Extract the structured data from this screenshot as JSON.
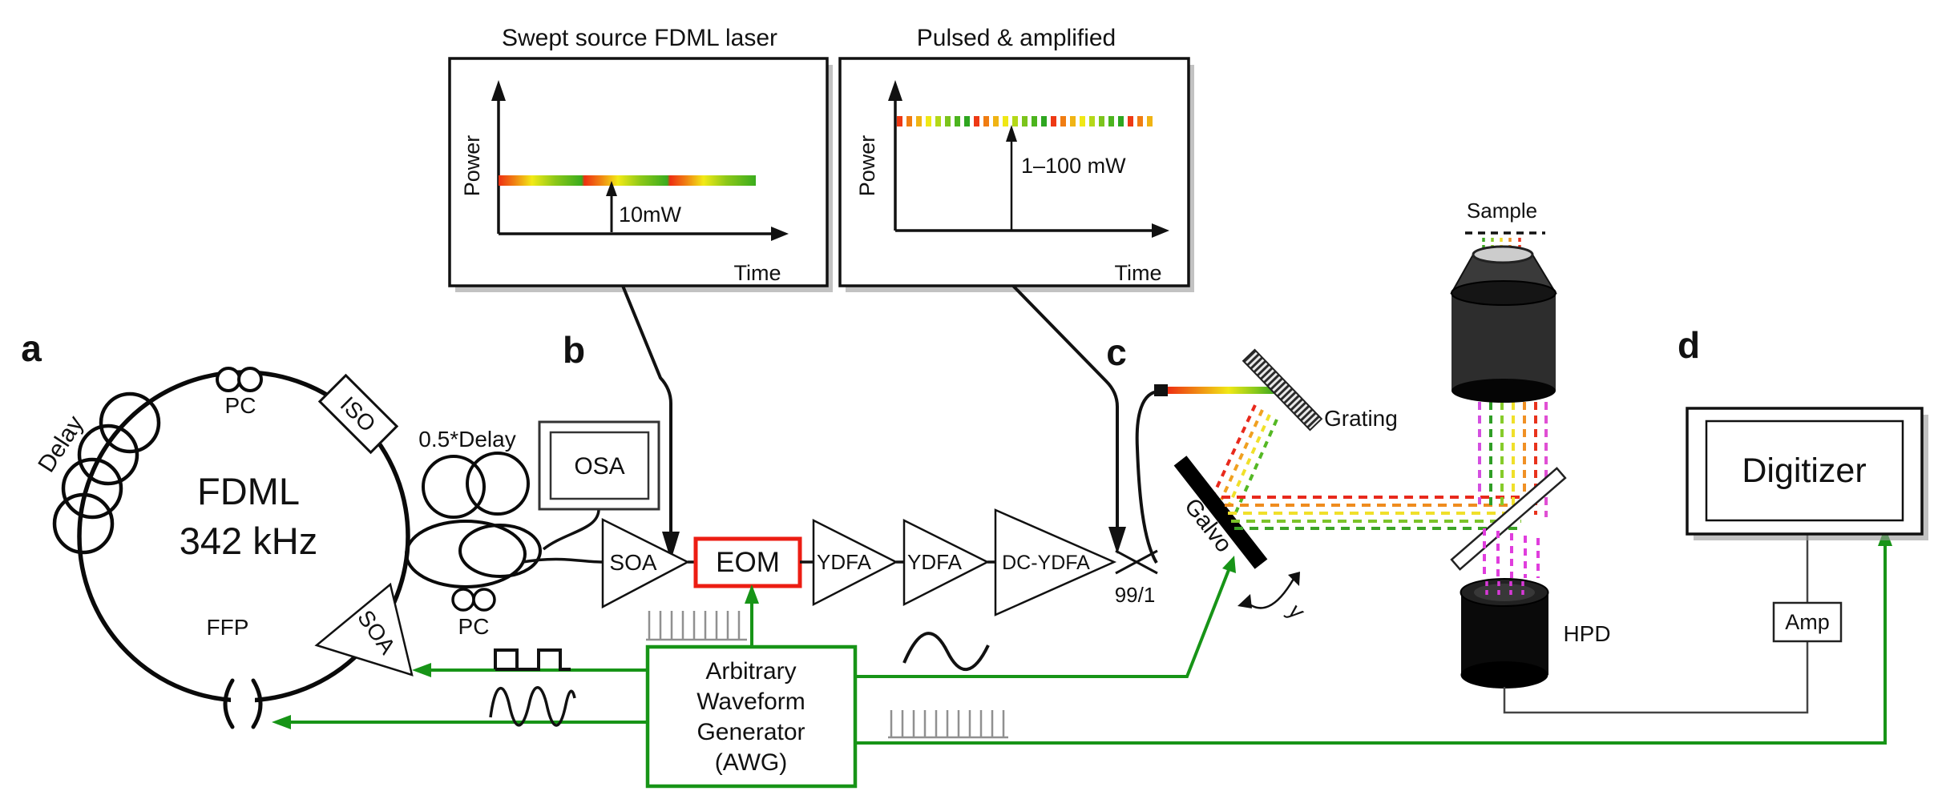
{
  "panel_labels": {
    "a": "a",
    "b": "b",
    "c": "c",
    "d": "d"
  },
  "inset_swept": {
    "title": "Swept source FDML laser",
    "ylabel": "Power",
    "xlabel": "Time",
    "annotation": "10mW"
  },
  "inset_pulsed": {
    "title": "Pulsed & amplified",
    "ylabel": "Power",
    "xlabel": "Time",
    "annotation": "1–100 mW"
  },
  "ring": {
    "name_line1": "FDML",
    "name_line2": "342 kHz",
    "delay": "Delay",
    "pc": "PC",
    "iso": "ISO",
    "soa": "SOA",
    "ffp": "FFP"
  },
  "chain": {
    "half_delay": "0.5*Delay",
    "pc": "PC",
    "osa": "OSA",
    "soa": "SOA",
    "eom": "EOM",
    "ydfa1": "YDFA",
    "ydfa2": "YDFA",
    "dc_ydfa": "DC-YDFA",
    "tap": "99/1"
  },
  "awg": {
    "line1": "Arbitrary",
    "line2": "Waveform",
    "line3": "Generator",
    "line4": "(AWG)"
  },
  "scan": {
    "grating": "Grating",
    "galvo": "Galvo",
    "scan_axis": "y",
    "sample": "Sample"
  },
  "detection": {
    "hpd": "HPD",
    "amp": "Amp",
    "digitizer": "Digitizer"
  },
  "colors": {
    "accent_green": "#179417",
    "eom_red": "#ec1d13",
    "wave_red": "#ee2f12",
    "wave_yellow": "#f0e816",
    "wave_green": "#2ea01e",
    "magenta": "#e03ddd",
    "violet": "#d44fe0",
    "gray_signal": "#909090"
  }
}
